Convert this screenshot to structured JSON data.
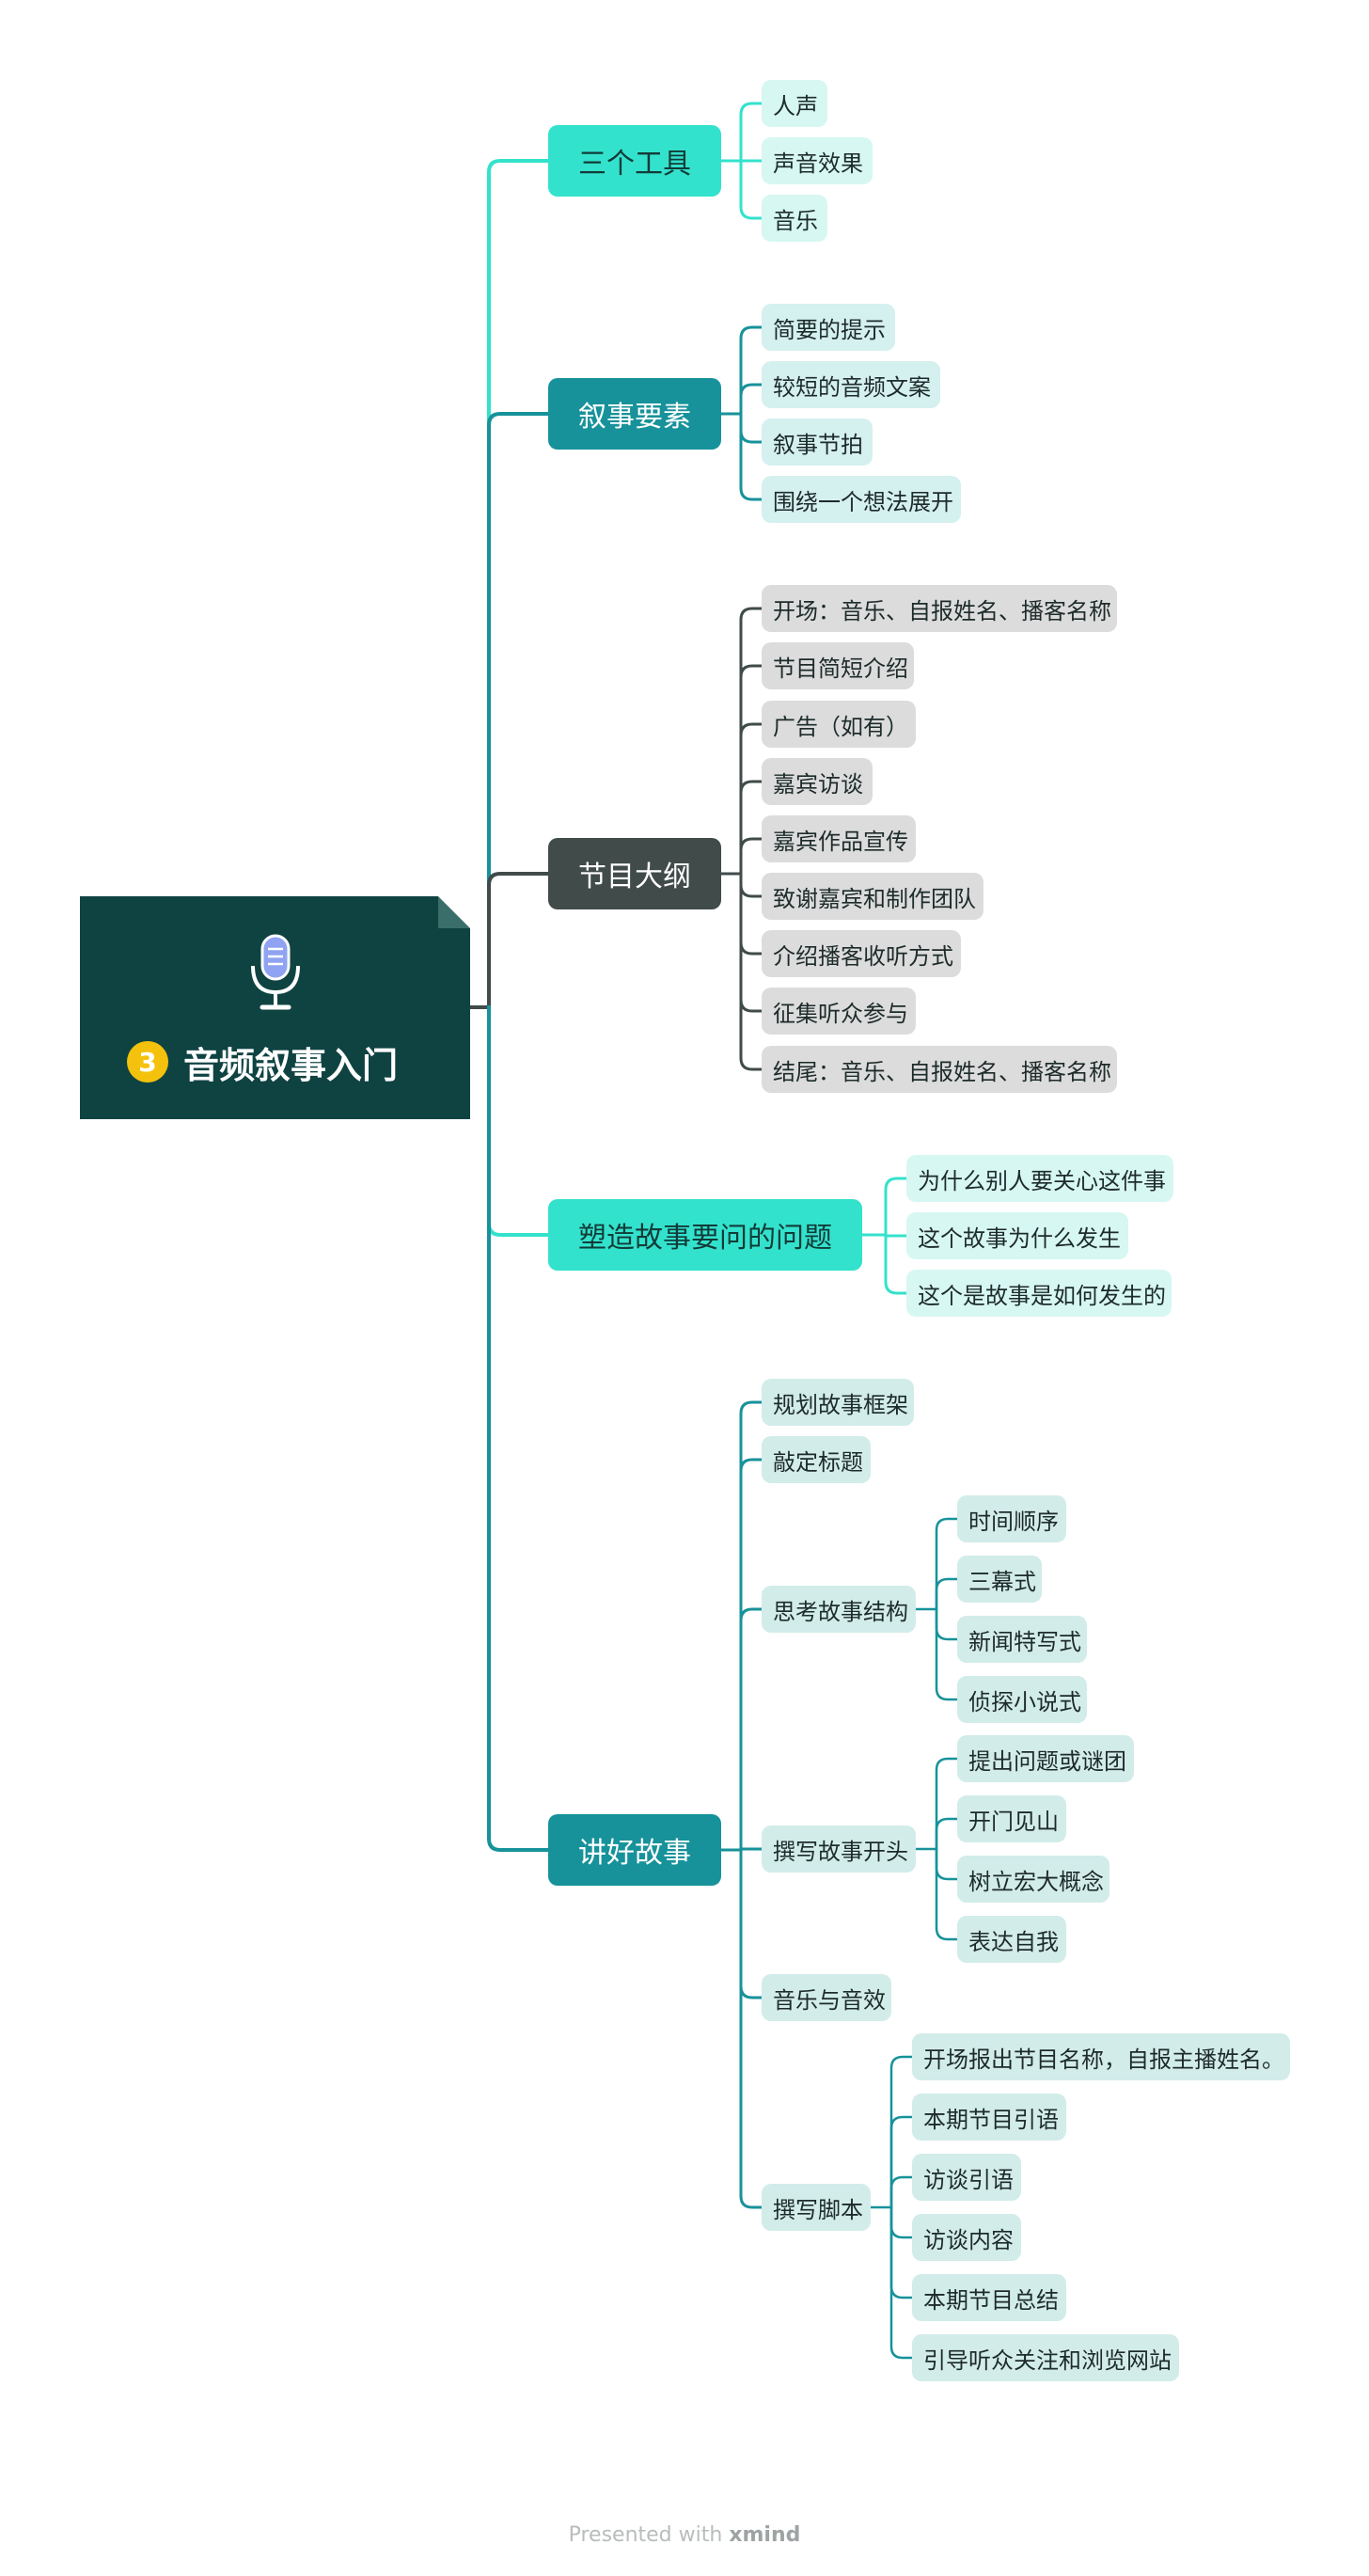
{
  "colors": {
    "branch1": "#33e2cc",
    "branch2": "#17929a",
    "branch3": "#404b4a",
    "branch4": "#33e2cc",
    "branch5": "#17929a",
    "root": "#0f4342",
    "badge": "#f4c20d"
  },
  "root": {
    "icon": "microphone-icon",
    "badge_number": "3",
    "title": "音频叙事入门"
  },
  "branches": [
    {
      "label": "三个工具",
      "children": [
        {
          "label": "人声"
        },
        {
          "label": "声音效果"
        },
        {
          "label": "音乐"
        }
      ]
    },
    {
      "label": "叙事要素",
      "children": [
        {
          "label": "简要的提示"
        },
        {
          "label": "较短的音频文案"
        },
        {
          "label": "叙事节拍"
        },
        {
          "label": "围绕一个想法展开"
        }
      ]
    },
    {
      "label": "节目大纲",
      "children": [
        {
          "label": "开场：音乐、自报姓名、播客名称"
        },
        {
          "label": "节目简短介绍"
        },
        {
          "label": "广告（如有）"
        },
        {
          "label": "嘉宾访谈"
        },
        {
          "label": "嘉宾作品宣传"
        },
        {
          "label": "致谢嘉宾和制作团队"
        },
        {
          "label": "介绍播客收听方式"
        },
        {
          "label": "征集听众参与"
        },
        {
          "label": "结尾：音乐、自报姓名、播客名称"
        }
      ]
    },
    {
      "label": "塑造故事要问的问题",
      "children": [
        {
          "label": "为什么别人要关心这件事"
        },
        {
          "label": "这个故事为什么发生"
        },
        {
          "label": "这个是故事是如何发生的"
        }
      ]
    },
    {
      "label": "讲好故事",
      "children": [
        {
          "label": "规划故事框架"
        },
        {
          "label": "敲定标题"
        },
        {
          "label": "思考故事结构",
          "children": [
            {
              "label": "时间顺序"
            },
            {
              "label": "三幕式"
            },
            {
              "label": "新闻特写式"
            },
            {
              "label": "侦探小说式"
            }
          ]
        },
        {
          "label": "撰写故事开头",
          "children": [
            {
              "label": "提出问题或谜团"
            },
            {
              "label": "开门见山"
            },
            {
              "label": "树立宏大概念"
            },
            {
              "label": "表达自我"
            }
          ]
        },
        {
          "label": "音乐与音效"
        },
        {
          "label": "撰写脚本",
          "children": [
            {
              "label": "开场报出节目名称，自报主播姓名。"
            },
            {
              "label": "本期节目引语"
            },
            {
              "label": "访谈引语"
            },
            {
              "label": "访谈内容"
            },
            {
              "label": "本期节目总结"
            },
            {
              "label": "引导听众关注和浏览网站"
            }
          ]
        }
      ]
    }
  ],
  "footer": {
    "prefix": "Presented with",
    "brand": "xmind"
  }
}
